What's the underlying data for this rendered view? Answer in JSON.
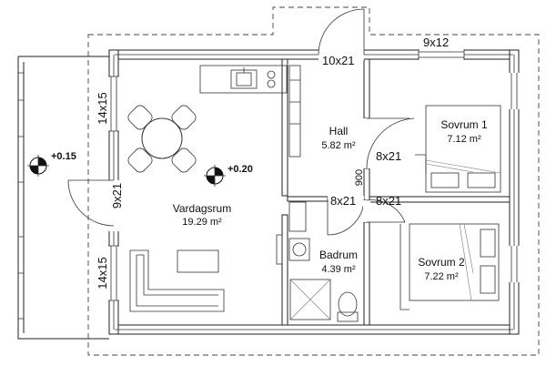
{
  "rooms": {
    "hall": {
      "name": "Hall",
      "area": "5.82 m²"
    },
    "vardagsrum": {
      "name": "Vardagsrum",
      "area": "19.29 m²"
    },
    "badrum": {
      "name": "Badrum",
      "area": "4.39 m²"
    },
    "sovrum1": {
      "name": "Sovrum 1",
      "area": "7.12 m²"
    },
    "sovrum2": {
      "name": "Sovrum 2",
      "area": "7.22 m²"
    }
  },
  "dimensions": {
    "door_entrance": "10x21",
    "window_top": "9x12",
    "window_left_upper": "14x15",
    "window_left_lower": "14x15",
    "door_side": "9x21",
    "door_hall_right": "8x21",
    "door_bath": "8x21",
    "door_bed2": "8x21",
    "partition_width": "900"
  },
  "levels": {
    "terrace": "+0.15",
    "interior": "+0.20"
  }
}
